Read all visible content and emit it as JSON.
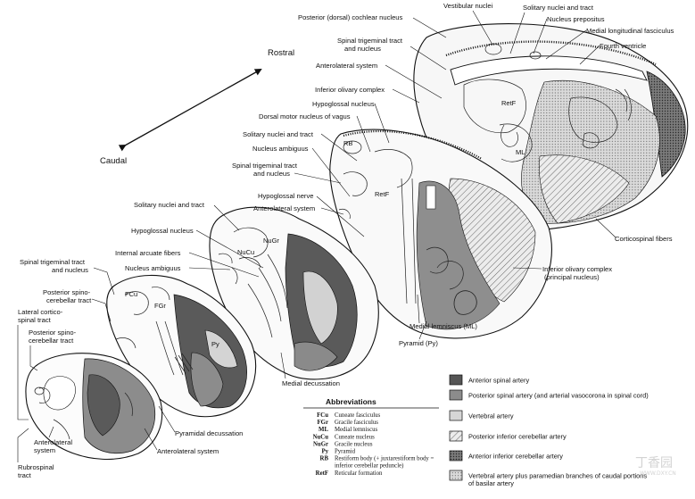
{
  "orientation": {
    "rostral": "Rostral",
    "caudal": "Caudal"
  },
  "labels": {
    "vestibular_nuclei": "Vestibular nuclei",
    "solitary_nuclei_tract_top": "Solitary nuclei and tract",
    "posterior_cochlear_nucleus": "Posterior (dorsal) cochlear nucleus",
    "nucleus_prepositus": "Nucleus prepositus",
    "medial_longitudinal_fasciculus": "Medial longitudinal fasciculus",
    "spinal_trigeminal_top_1": "Spinal trigeminal tract",
    "spinal_trigeminal_top_2": "and nucleus",
    "fourth_ventricle": "Fourth ventricle",
    "anterolateral_system_top": "Anterolateral system",
    "inferior_olivary_complex": "Inferior olivary complex",
    "hypoglossal_nucleus_mid": "Hypoglossal nucleus",
    "dorsal_motor_nucleus_vagus": "Dorsal motor nucleus of vagus",
    "solitary_nuclei_tract_mid": "Solitary nuclei and tract",
    "nucleus_ambiguus_mid": "Nucleus ambiguus",
    "spinal_trigeminal_mid_1": "Spinal trigeminal tract",
    "spinal_trigeminal_mid_2": "and nucleus",
    "hypoglossal_nerve": "Hypoglossal nerve",
    "anterolateral_system_mid": "Anterolateral system",
    "solitary_nuclei_tract_low": "Solitary nuclei and tract",
    "hypoglossal_nucleus_low": "Hypoglossal nucleus",
    "internal_arcuate_fibers": "Internal arcuate fibers",
    "nucleus_ambiguus_low": "Nucleus ambiguus",
    "spinal_trigeminal_low_1": "Spinal trigeminal tract",
    "spinal_trigeminal_low_2": "and nucleus",
    "posterior_spinocerebellar_1_1": "Posterior spino-",
    "posterior_spinocerebellar_1_2": "cerebellar tract",
    "lateral_corticospinal_1": "Lateral cortico-",
    "lateral_corticospinal_2": "spinal tract",
    "posterior_spinocerebellar_2_1": "Posterior spino-",
    "posterior_spinocerebellar_2_2": "cerebellar tract",
    "anterolateral_bottom_1": "Anterolateral",
    "anterolateral_bottom_2": "system",
    "rubrospinal_1": "Rubrospinal",
    "rubrospinal_2": "tract",
    "pyramidal_decussation": "Pyramidal decussation",
    "anterolateral_system_bottom2": "Anterolateral system",
    "medial_decussation": "Medial decussation",
    "pyramid": "Pyramid (Py)",
    "medial_lemniscus": "Medial lemniscus (ML)",
    "inferior_olivary_principal_1": "Inferior olivary complex",
    "inferior_olivary_principal_2": "(principal nucleus)",
    "corticospinal_fibers": "Corticospinal fibers"
  },
  "inside_labels": {
    "retf_top": "RetF",
    "ml_top": "ML",
    "rb": "RB",
    "retf_mid": "RetF",
    "nugr": "NuGr",
    "nucu": "NuCu",
    "fcu": "FCu",
    "fgr": "FGr",
    "py": "Py"
  },
  "legend": {
    "items": [
      {
        "label": "Anterior spinal artery",
        "swatch": "dark"
      },
      {
        "label": "Posterior spinal artery (and arterial vasocorona in spinal cord)",
        "swatch": "medium"
      },
      {
        "label": "Vertebral artery",
        "swatch": "light"
      },
      {
        "label": "Posterior inferior cerebellar artery",
        "swatch": "hatch"
      },
      {
        "label": "Anterior inferior cerebellar artery",
        "swatch": "dots-dark"
      },
      {
        "label": "Vertebral artery plus paramedian branches of caudal portions",
        "swatch": "dots-light"
      }
    ],
    "continuation": "of basilar artery"
  },
  "colors": {
    "dark": "#555555",
    "medium": "#8c8c8c",
    "light": "#d6d6d6",
    "hatch_bg": "#ececec",
    "line": "#111111"
  },
  "abbreviations": {
    "title": "Abbreviations",
    "items": [
      {
        "code": "FCu",
        "text": "Cuneate fasciculus"
      },
      {
        "code": "FGr",
        "text": "Gracile fasciculus"
      },
      {
        "code": "ML",
        "text": "Medial lemniscus"
      },
      {
        "code": "NuCu",
        "text": "Cuneate nucleus"
      },
      {
        "code": "NuGr",
        "text": "Gracile nucleus"
      },
      {
        "code": "Py",
        "text": "Pyramid"
      },
      {
        "code": "RB",
        "text": "Restiform body (+ juxtarestiform body ="
      },
      {
        "code": "",
        "text": "inferior cerebellar peduncle)"
      },
      {
        "code": "RetF",
        "text": "Reticular formation"
      }
    ]
  },
  "watermark": {
    "text": "丁香园",
    "url": "WWW.DXY.CN"
  }
}
